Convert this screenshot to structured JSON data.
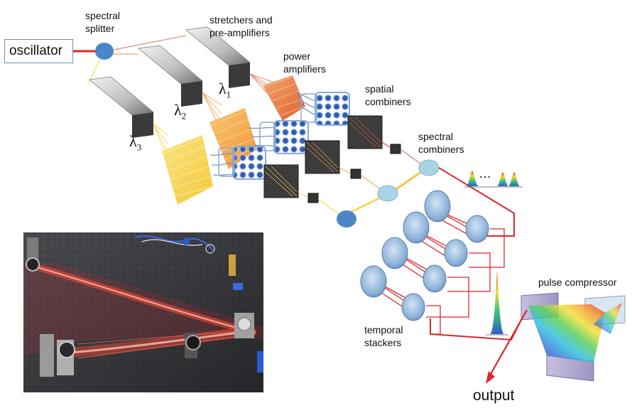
{
  "labels": {
    "oscillator": "oscillator",
    "spectral_splitter_1": "spectral",
    "spectral_splitter_2": "splitter",
    "stretchers_1": "stretchers and",
    "stretchers_2": "pre-amplifiers",
    "power_amp_1": "power",
    "power_amp_2": "amplifiers",
    "spatial_1": "spatial",
    "spatial_2": "combiners",
    "spectral_comb_1": "spectral",
    "spectral_comb_2": "combiners",
    "temporal_1": "temporal",
    "temporal_2": "stackers",
    "pulse_compressor": "pulse compressor",
    "output": "output",
    "lambda_symbol": "λ",
    "lambda_1": "1",
    "lambda_2": "2",
    "lambda_3": "3",
    "ellipsis": "…"
  },
  "colors": {
    "beam_red": "#e0262a",
    "splitter_blue": "#4a86c8",
    "combiner_cyan": "#a9d4e6",
    "yellow_channel": "#f7d24a",
    "orange_channel": "#f2a13a",
    "darkorange_channel": "#e8702e",
    "fiber_blue": "#5b86c4",
    "laser_table": "#3a3a3c"
  }
}
